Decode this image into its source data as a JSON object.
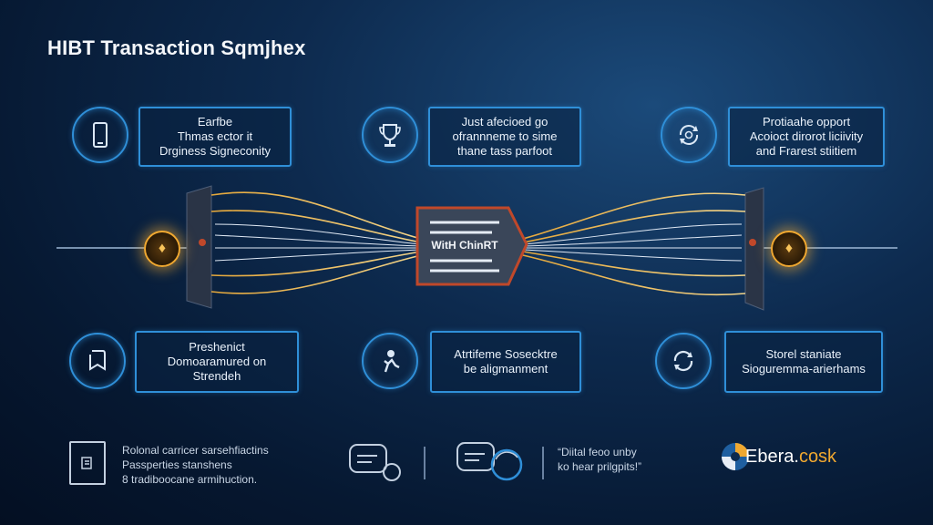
{
  "title": "HIBT Transaction Sqmjhex",
  "top_boxes": [
    {
      "lines": [
        "Earfbe",
        "Thmas ector it",
        "Drginess Signeconity"
      ]
    },
    {
      "lines": [
        "Just afecioed go",
        "ofrannneme to sime",
        "thane tass parfoot"
      ]
    },
    {
      "lines": [
        "Protiaahe opport",
        "Acoioct dirorot liciivity",
        "and Frarest stiitiem"
      ]
    }
  ],
  "center_label": "WitH ChinRT",
  "bottom_boxes": [
    {
      "lines": [
        "Preshenict",
        "Domoaramured on",
        "Strendeh"
      ]
    },
    {
      "lines": [
        "Atrtifeme Sosecktre",
        "be aligmanment"
      ]
    },
    {
      "lines": [
        "Storel staniate",
        "Sioguremma-arierhams"
      ]
    }
  ],
  "footer": {
    "left_lines": [
      "Rolonal carricer sarsehfiactins",
      "Passperties stanshens",
      "8 tradiboocane armihuction."
    ],
    "quote_lines": [
      "“Diital feoo unby",
      "ko hear prilgpits!”"
    ],
    "logo_main": "Ebera.",
    "logo_accent": "cosk"
  },
  "icons": {
    "top": [
      "phone-icon",
      "trophy-icon",
      "refresh-gear-icon"
    ],
    "bottom": [
      "bookmark-icon",
      "person-icon",
      "cycle-icon"
    ],
    "side": [
      "crest-icon",
      "crest-icon"
    ],
    "footer": [
      "document-icon",
      "chat-icon",
      "chat-cycle-icon",
      "globe-logo-icon"
    ]
  },
  "colors": {
    "accent_blue": "#2f8fd8",
    "accent_gold": "#f0a830",
    "background": "#0d2a4e"
  }
}
